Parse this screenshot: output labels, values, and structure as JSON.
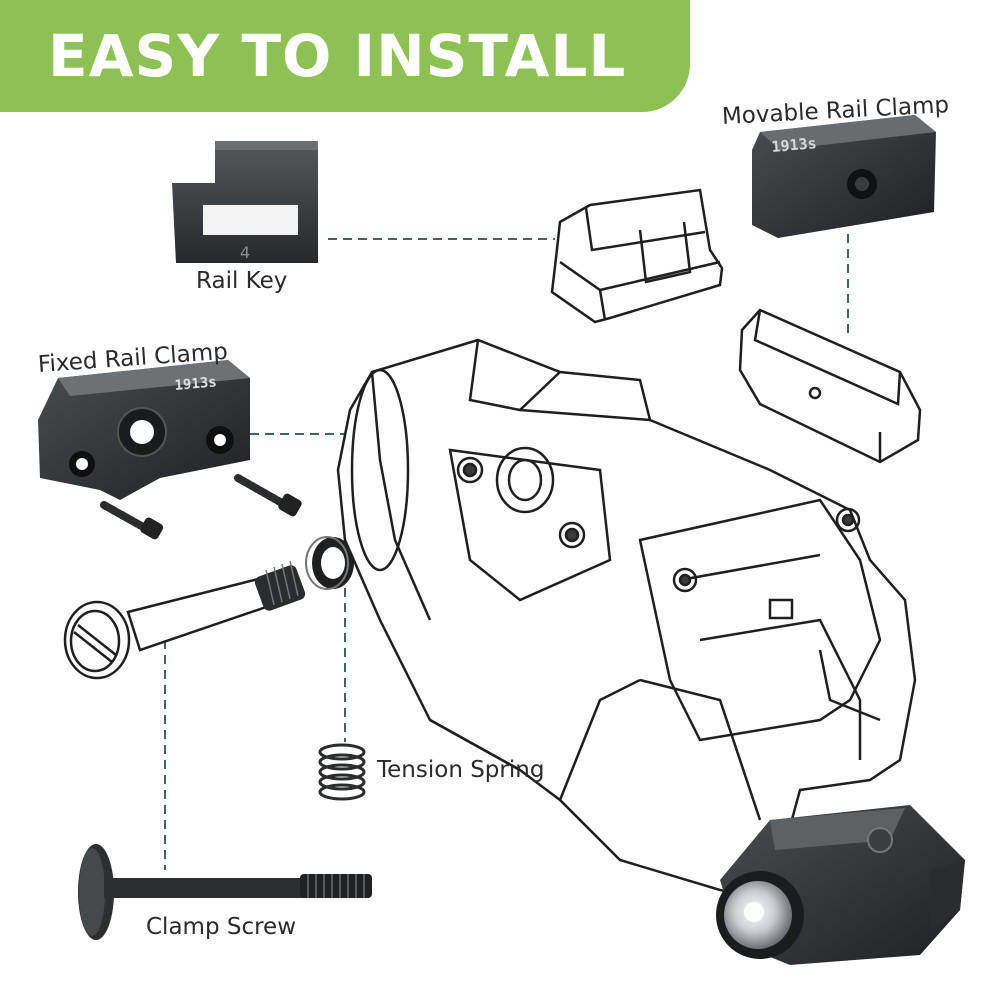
{
  "banner": {
    "title": "EASY TO INSTALL"
  },
  "labels": {
    "rail_key": "Rail Key",
    "movable_rail_clamp": "Movable Rail Clamp",
    "fixed_rail_clamp": "Fixed Rail Clamp",
    "tension_spring": "Tension Spring",
    "clamp_screw": "Clamp Screw"
  },
  "engravings": {
    "movable_clamp": "1913s",
    "fixed_clamp": "1913s",
    "rail_key_mark": "4"
  },
  "colors": {
    "banner": "#8dc153",
    "leader_line": "#3e6660",
    "part_dark": "#2e3032",
    "outline": "#1f1f1f"
  }
}
